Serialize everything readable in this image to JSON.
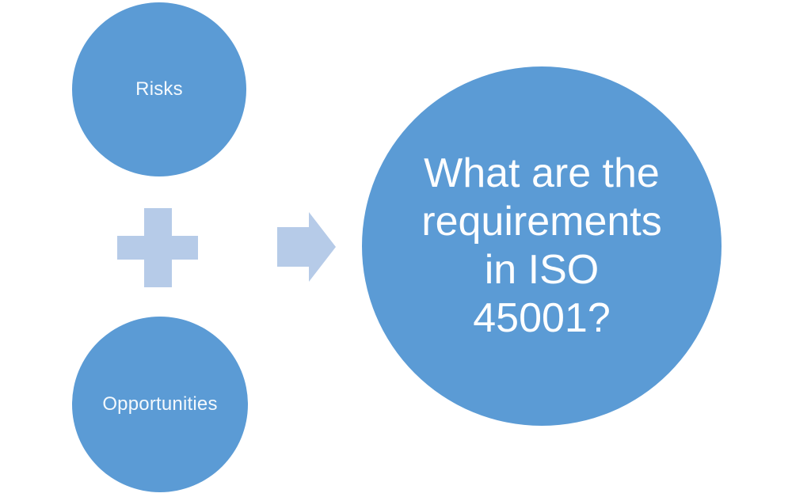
{
  "colors": {
    "circle_fill": "#5B9BD5",
    "connector_fill": "#B6CBE8",
    "text_on_circle": "#FFFFFF",
    "background": "#FFFFFF"
  },
  "icons": {
    "plus_icon": "plus-cross-shape",
    "arrow_icon": "right-block-arrow"
  },
  "diagram": {
    "risks_label": "Risks",
    "opportunities_label": "Opportunities",
    "question_lines": {
      "0": "What are the",
      "1": "requirements",
      "2": "in ISO",
      "3": "45001?"
    }
  }
}
